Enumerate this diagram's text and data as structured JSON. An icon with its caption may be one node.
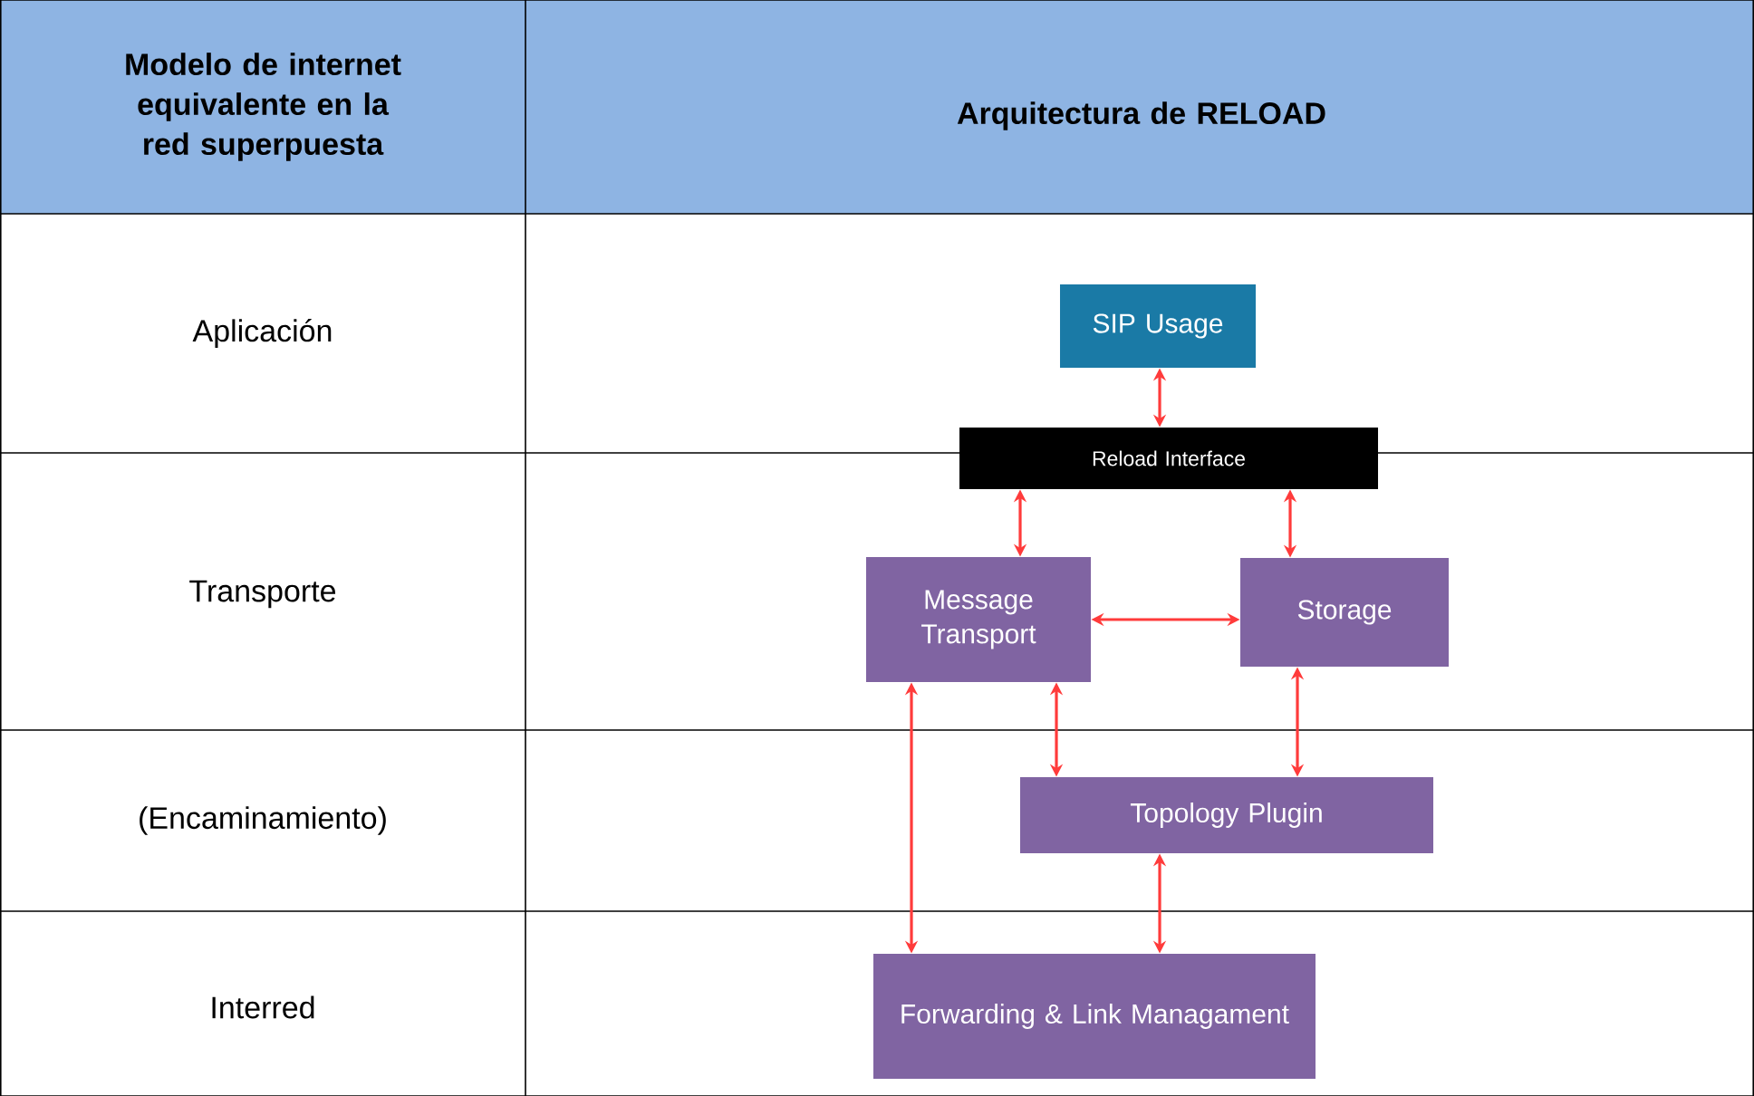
{
  "diagram": {
    "nodes": [
      {
        "text": [
          "SIP Usage"
        ]
      },
      {
        "text": [
          "Reload Interface"
        ]
      },
      {
        "text": [
          "Message Transport"
        ]
      },
      {
        "text": [
          "Storage"
        ]
      },
      {
        "text": [
          "Topology Plugin"
        ]
      },
      {
        "text": [
          "Forwarding  & Link Managament"
        ]
      }
    ],
    "edges": [
      {
        "from": 0,
        "to": 1,
        "arrow": "both"
      },
      {
        "from": 1,
        "to": 2,
        "arrow": "both"
      },
      {
        "from": 1,
        "to": 3,
        "arrow": "both"
      },
      {
        "from": 2,
        "to": 3,
        "arrow": "both"
      },
      {
        "from": 2,
        "to": 4,
        "arrow": "both"
      },
      {
        "from": 3,
        "to": 4,
        "arrow": "both"
      },
      {
        "from": 2,
        "to": 5,
        "arrow": "both"
      },
      {
        "from": 4,
        "to": 5,
        "arrow": "both"
      }
    ],
    "labels": [
      "Modelo de internet equivalente en la red superpuesta",
      "Arquitectura de RELOAD",
      "Aplicación",
      "Transporte",
      "(Encaminamiento)",
      "Interred"
    ]
  }
}
